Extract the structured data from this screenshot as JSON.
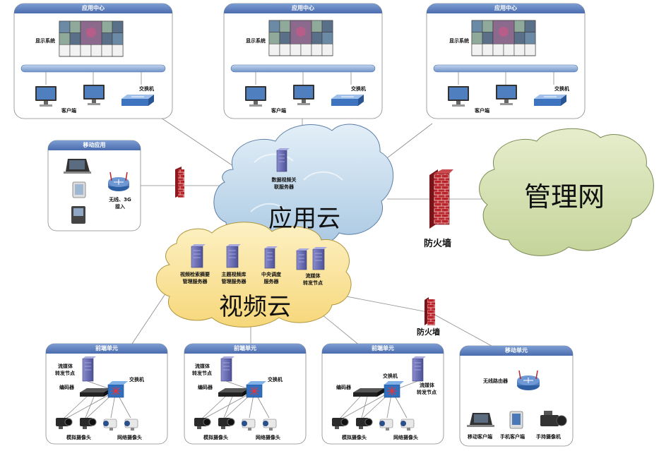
{
  "app_centers": [
    {
      "title": "应用中心",
      "display": "显示系统",
      "client": "客户端",
      "switch": "交换机"
    },
    {
      "title": "应用中心",
      "display": "显示系统",
      "client": "客户端",
      "switch": "交换机"
    },
    {
      "title": "应用中心",
      "display": "显示系统",
      "client": "客户端",
      "switch": "交换机"
    }
  ],
  "mobile_app": {
    "title": "移动应用",
    "access_line1": "无线、3G",
    "access_line2": "接入"
  },
  "app_cloud": {
    "label": "应用云",
    "server_line1": "数据视频关",
    "server_line2": "联服务器"
  },
  "mgmt_net": {
    "label": "管理网"
  },
  "firewall_label": "防火墙",
  "firewall2_label": "防火墙",
  "video_cloud": {
    "label": "视频云",
    "servers": [
      {
        "line1": "视频检索摘要",
        "line2": "管理服务器"
      },
      {
        "line1": "主题视频库",
        "line2": "管理服务器"
      },
      {
        "line1": "中央调度",
        "line2": "服务器"
      },
      {
        "line1": "流媒体",
        "line2": "转发节点"
      }
    ]
  },
  "front_units": [
    {
      "title": "前端单元",
      "stream1": "流媒体",
      "stream2": "转发节点",
      "switch": "交换机",
      "encoder": "编码器",
      "analog": "模拟摄像头",
      "ipcam": "网络摄像头"
    },
    {
      "title": "前端单元",
      "stream1": "流媒体",
      "stream2": "转发节点",
      "switch": "交换机",
      "encoder": "编码器",
      "analog": "模拟摄像头",
      "ipcam": "网络摄像头"
    },
    {
      "title": "前端单元",
      "stream1": "流媒体",
      "stream2": "转发节点",
      "switch": "交换机",
      "encoder": "编码器",
      "analog": "模拟摄像头",
      "ipcam": "网络摄像头"
    }
  ],
  "mobile_unit": {
    "title": "移动单元",
    "router": "无线路由器",
    "laptop": "移动客户端",
    "phone": "手机客户端",
    "camcorder": "手持摄像机"
  },
  "colors": {
    "panel_header": "#5b7fbf",
    "app_cloud": "#c9dff0",
    "video_cloud": "#fbe7a1",
    "mgmt_cloud": "#d8e4b4",
    "firewall": "#b8242a",
    "server": "#6b6fb0"
  }
}
